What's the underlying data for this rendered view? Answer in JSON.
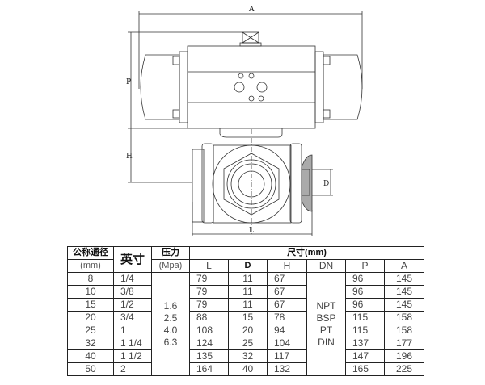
{
  "drawing": {
    "dimension_labels": {
      "A": "A",
      "P": "P",
      "H": "H",
      "L": "L",
      "D": "D"
    }
  },
  "table": {
    "headers": {
      "nominal_bore": "公称通径",
      "nominal_bore_unit": "(mm)",
      "inch": "英寸",
      "pressure": "压力",
      "pressure_unit": "(Mpa)",
      "dimensions": "尺寸(mm)",
      "L": "L",
      "D": "D",
      "H": "H",
      "DN": "DN",
      "P": "P",
      "A": "A"
    },
    "pressure_values": [
      "1.6",
      "2.5",
      "4.0",
      "6.3"
    ],
    "dn_values": [
      "NPT",
      "BSP",
      "PT",
      "DIN"
    ],
    "rows": [
      {
        "mm": "8",
        "inch": "1/4",
        "L": "79",
        "D": "11",
        "H": "67",
        "P": "96",
        "A": "145"
      },
      {
        "mm": "10",
        "inch": "3/8",
        "L": "79",
        "D": "11",
        "H": "67",
        "P": "96",
        "A": "145"
      },
      {
        "mm": "15",
        "inch": "1/2",
        "L": "79",
        "D": "11",
        "H": "67",
        "P": "96",
        "A": "145"
      },
      {
        "mm": "20",
        "inch": "3/4",
        "L": "88",
        "D": "15",
        "H": "78",
        "P": "115",
        "A": "158"
      },
      {
        "mm": "25",
        "inch": "1",
        "L": "108",
        "D": "20",
        "H": "94",
        "P": "115",
        "A": "158"
      },
      {
        "mm": "32",
        "inch": "1 1/4",
        "L": "124",
        "D": "25",
        "H": "104",
        "P": "137",
        "A": "177"
      },
      {
        "mm": "40",
        "inch": "1 1/2",
        "L": "135",
        "D": "32",
        "H": "117",
        "P": "147",
        "A": "196"
      },
      {
        "mm": "50",
        "inch": "2",
        "L": "164",
        "D": "40",
        "H": "132",
        "P": "165",
        "A": "225"
      }
    ]
  }
}
